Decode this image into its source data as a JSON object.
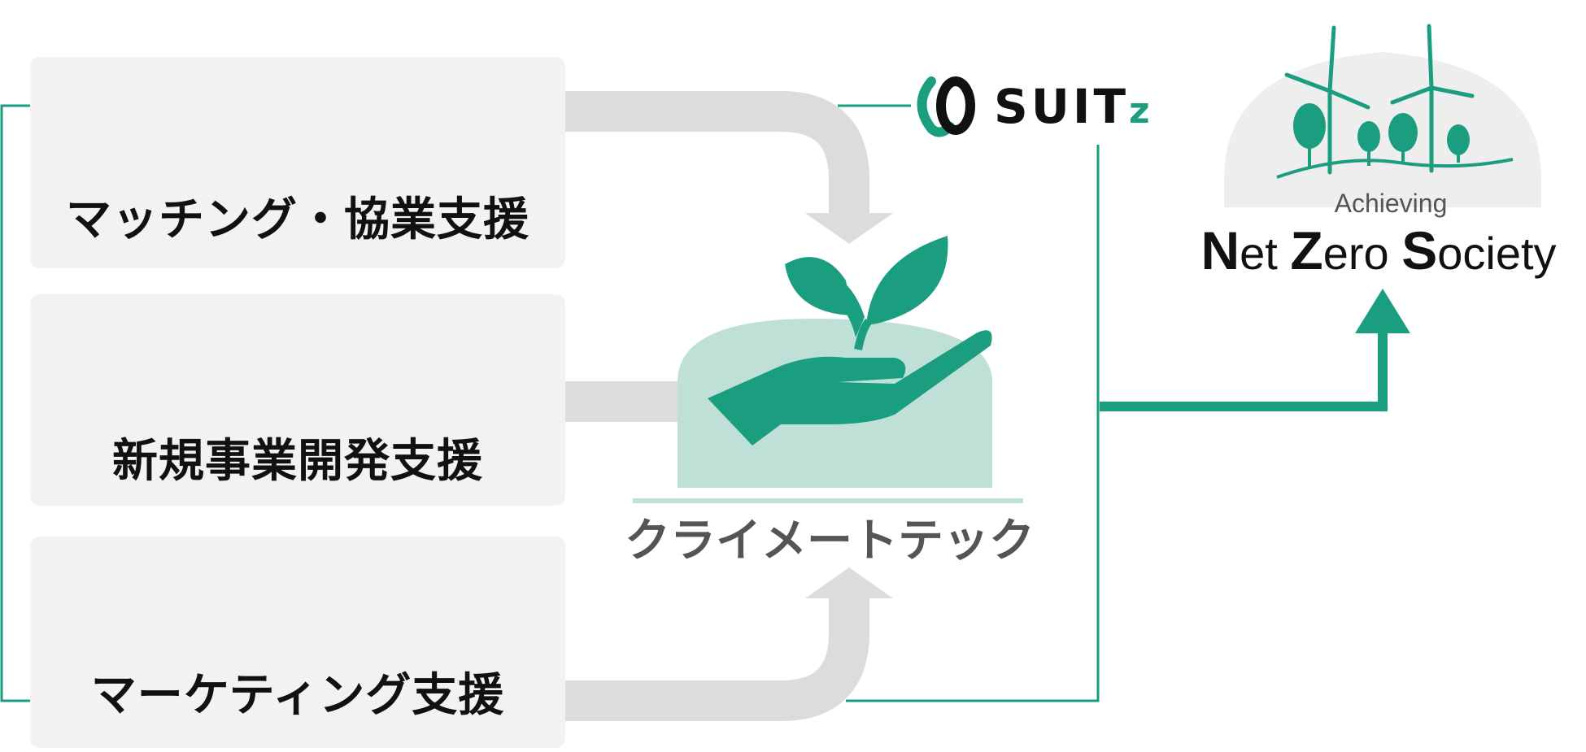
{
  "cards": [
    {
      "label": "マッチング・協業支援",
      "icons": [
        "magnifier-building-icon",
        "handshake-icon"
      ]
    },
    {
      "label": "新規事業開発支援",
      "icons": [
        "running-people-icon"
      ]
    },
    {
      "label": "マーケティング支援",
      "icons": [
        "meeting-group-icon"
      ]
    }
  ],
  "center": {
    "label": "クライメートテック",
    "icon": "hand-holding-sprout-icon"
  },
  "brand": {
    "name": "SUIT",
    "suffix": "z",
    "icon": "suitz-logo-icon"
  },
  "goal": {
    "prefix": "Achieving",
    "words": [
      {
        "cap": "N",
        "rest": "et "
      },
      {
        "cap": "Z",
        "rest": "ero "
      },
      {
        "cap": "S",
        "rest": "ociety"
      }
    ],
    "icon": "wind-turbines-trees-icon"
  },
  "colors": {
    "accent": "#1b9e80",
    "accent_light": "#bfe0d6",
    "card_bg": "#f2f2f2",
    "connector_gray": "#dddddd",
    "text_dark": "#111111",
    "text_gray": "#555555"
  }
}
